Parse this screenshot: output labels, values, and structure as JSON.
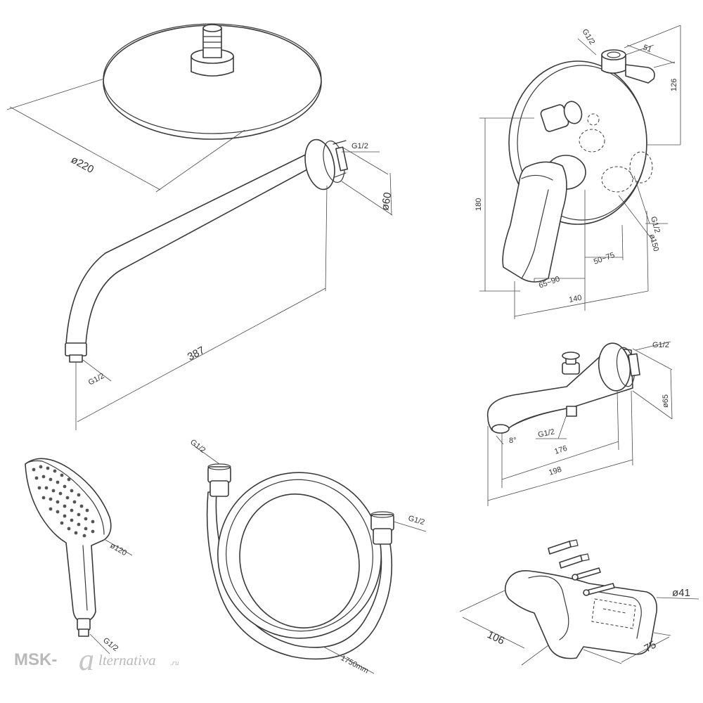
{
  "dimensions": {
    "head_diameter": "ø220",
    "arm_flange_diameter": "ø60",
    "arm_thread_top": "G1/2",
    "arm_length": "387",
    "arm_thread_bottom": "G1/2",
    "mixer_top_thread": "G1/2",
    "mixer_depth": "51",
    "mixer_top_height": "126",
    "mixer_height": "180",
    "mixer_side_thread": "G1/2",
    "mixer_plate_diameter": "ø150",
    "mixer_range_1": "50~75",
    "mixer_range_2": "65~90",
    "mixer_width": "140",
    "spout_thread": "G1/2",
    "spout_flange_diameter": "ø65",
    "spout_angle": "8°",
    "spout_bottom_thread": "G1/2",
    "spout_length_1": "176",
    "spout_length_2": "198",
    "handshower_thread": "G1/2",
    "handshower_diameter": "ø120",
    "hose_thread_1": "G1/2",
    "hose_thread_2": "G1/2",
    "hose_length": "1750mm",
    "holder_length": "106",
    "holder_width": "75",
    "holder_diameter": "ø41"
  },
  "watermark": {
    "prefix": "MSK-",
    "letter": "a",
    "suffix": "lternativa",
    "domain": ".ru"
  }
}
